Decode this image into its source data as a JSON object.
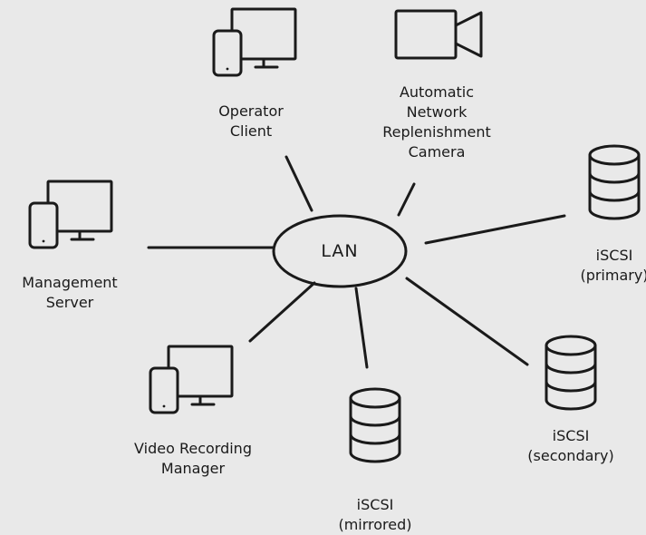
{
  "diagram": {
    "hub": {
      "label": "LAN"
    },
    "nodes": {
      "operator_client": {
        "lines": [
          "Operator",
          "Client"
        ],
        "icon": "workstation-icon"
      },
      "camera": {
        "lines": [
          "Automatic",
          "Network",
          "Replenishment",
          "Camera"
        ],
        "icon": "camera-icon"
      },
      "management_server": {
        "lines": [
          "Management",
          "Server"
        ],
        "icon": "workstation-icon"
      },
      "iscsi_primary": {
        "lines": [
          "iSCSI",
          "(primary)"
        ],
        "icon": "database-icon"
      },
      "video_recording_manager": {
        "lines": [
          "Video Recording",
          "Manager"
        ],
        "icon": "workstation-icon"
      },
      "iscsi_mirrored": {
        "lines": [
          "iSCSI",
          "(mirrored)"
        ],
        "icon": "database-icon"
      },
      "iscsi_secondary": {
        "lines": [
          "iSCSI",
          "(secondary)"
        ],
        "icon": "database-icon"
      }
    }
  },
  "colors": {
    "background": "#e9e9e9",
    "stroke": "#1a1a1a"
  }
}
